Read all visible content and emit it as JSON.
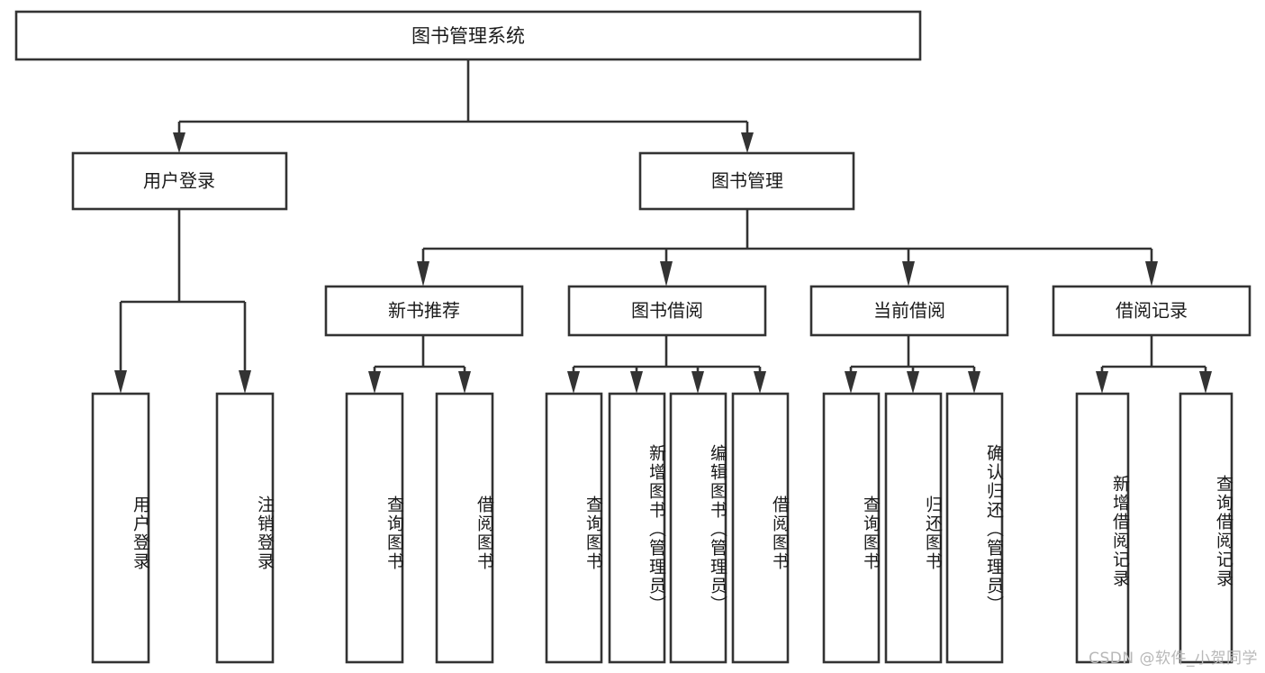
{
  "diagram": {
    "type": "tree-hierarchy",
    "title": "图书管理系统",
    "root": {
      "label": "图书管理系统",
      "level": 1
    },
    "level2": [
      {
        "label": "用户登录"
      },
      {
        "label": "图书管理"
      }
    ],
    "level3": [
      {
        "label": "新书推荐"
      },
      {
        "label": "图书借阅"
      },
      {
        "label": "当前借阅"
      },
      {
        "label": "借阅记录"
      }
    ],
    "leaves": {
      "user_login": [
        {
          "label": "用户登录"
        },
        {
          "label": "注销登录"
        }
      ],
      "new_book_recommend": [
        {
          "label": "查询图书"
        },
        {
          "label": "借阅图书"
        }
      ],
      "book_borrow": [
        {
          "label": "查询图书"
        },
        {
          "label": "新增图书（管理员）"
        },
        {
          "label": "编辑图书（管理员）"
        },
        {
          "label": "借阅图书"
        }
      ],
      "current_borrow": [
        {
          "label": "查询图书"
        },
        {
          "label": "归还图书"
        },
        {
          "label": "确认归还（管理员）"
        }
      ],
      "borrow_record": [
        {
          "label": "新增借阅记录"
        },
        {
          "label": "查询借阅记录"
        }
      ]
    }
  },
  "watermark": {
    "text": "CSDN @软件_小贺同学"
  },
  "colors": {
    "box_stroke": "#333333",
    "box_fill": "#ffffff",
    "text": "#1a1a1a",
    "watermark": "#b8b8b8",
    "background": "#ffffff"
  }
}
